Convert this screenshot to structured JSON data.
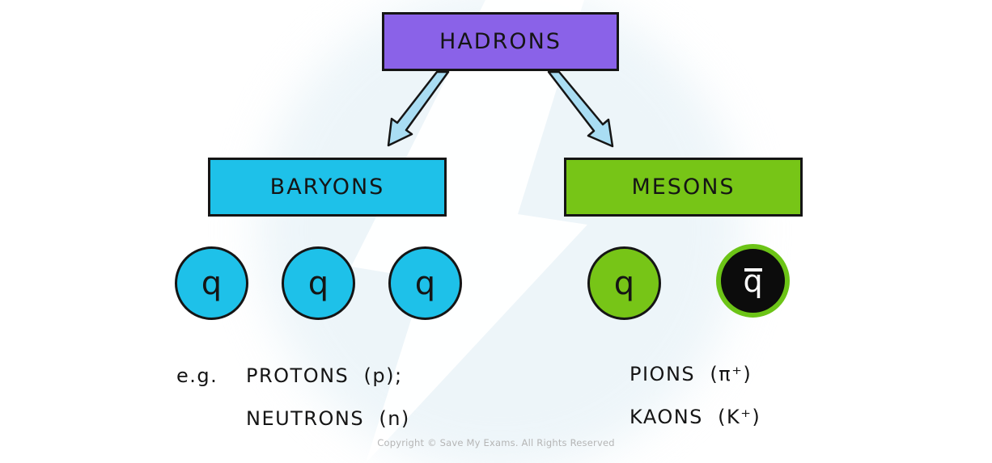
{
  "root_box": {
    "label": "HADRONS"
  },
  "branches": {
    "baryons": {
      "label": "BARYONS",
      "quarks": [
        "q",
        "q",
        "q"
      ]
    },
    "mesons": {
      "label": "MESONS",
      "quark": "q",
      "antiquark": "q"
    }
  },
  "examples": {
    "prefix": "e.g.",
    "baryons": [
      "PROTONS  (p);",
      "NEUTRONS  (n)"
    ],
    "mesons": [
      "PIONS  (π⁺)",
      "KAONS  (K⁺)"
    ]
  },
  "footer": {
    "copyright": "Copyright © Save My Exams. All Rights Reserved"
  },
  "colors": {
    "hadrons_box": "#8a62e8",
    "baryons_box": "#1ec1e9",
    "mesons_box": "#77c517",
    "arrow_fill": "#a9ddf3",
    "outline": "#151515",
    "antiquark_fill": "#0c0c0c",
    "antiquark_ring": "#6cc417",
    "copyright_text": "#b5b5b5",
    "watermark": "#e9f3f8"
  }
}
